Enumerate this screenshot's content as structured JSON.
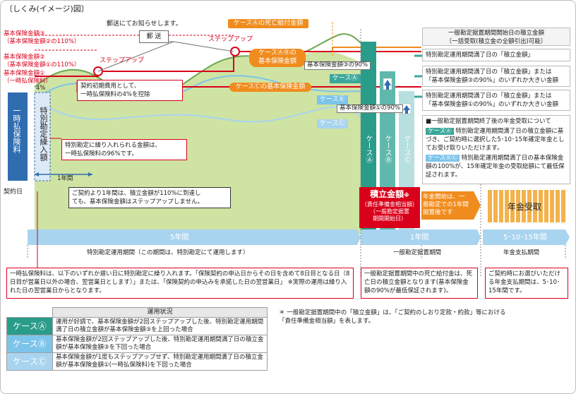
{
  "title": "〔しくみ(イメージ)図〕",
  "mail": {
    "caption": "郵送にてお知らせします。",
    "label": "郵 送"
  },
  "left_labels": {
    "l3": "基本保険金額③",
    "l3b": "（基本保険金額②の110%）",
    "l2": "基本保険金額②",
    "l2b": "（基本保険金額①の110%）",
    "l1": "基本保険金額①",
    "l1b": "（一時払保険料）"
  },
  "step_up_1": "ステップアップ",
  "step_up_2": "ステップアップ",
  "death_benefit_a": "ケースⒶの死亡給付金額",
  "basic_c": "ケースⒸの基本保険金額",
  "basic_ab": "ケースⒶⒷの\n基本保険金額",
  "basic3_90": "基本保険金額③の90%",
  "basic1_90": "基本保険金額①の90%",
  "case_a": "ケースⒶ",
  "case_b": "ケースⒷ",
  "case_c": "ケースⒸ",
  "pct4": "4%",
  "one_time_premium": "一時払保険料",
  "special_transfer": "特別勘定繰入額",
  "contract_day": "契約日",
  "initial_fee": "契約初期費用として、\n一時払保険料の4%を控除",
  "transfer_note": "特別勘定に繰り入れられる金額は、\n一時払保険料の96%です。",
  "one_year": "1年間",
  "first_year_note": "ご契約より1年間は、積立金額が110%に到達し\nても、基本保険金額はステップアップしません。",
  "accum": {
    "title": "積立金額",
    "sub": "（責任準備金相当額）",
    "star": "※",
    "sub2": "（一般勘定据置\n期間開始日）"
  },
  "annuity_start": "年金開始は、一\n般勘定での1年間\n据置後です",
  "annuity_receive": "年金受取",
  "period_5y": "5年間",
  "period_1y": "1年間",
  "period_pay": "5･10･15年間",
  "period_special": "特別勘定運用期間（この期間は、特別勘定にて運用します）",
  "period_general": "一般勘定据置期間",
  "period_paylabel": "年金支払期間",
  "right": {
    "head": "一般勘定据置期間開始日の積立金額\n〔一括受取(積立金の全額引出)可能〕",
    "a": "特別勘定運用期間満了日の「積立金額」",
    "b": "特別勘定運用期間満了日の「積立金額」または\n「基本保険金額③の90%」のいずれか大きい金額",
    "c": "特別勘定運用期間満了日の「積立金額」または\n「基本保険金額①の90%」のいずれか大きい金額",
    "pay_head": "■一般勘定据置期間終了後の年金受取について",
    "pay_a": "特別勘定運用期間満了日の積立金額に基づき、ご契約時に選択した5･10･15年確定年金としてお受け取りいただけます。",
    "pay_bc": "特別勘定運用期間満了日の基本保険金額の100%が、15年確定年金の受取総額にて最低保証されます。"
  },
  "bottom": {
    "premium_note": "一時払保険料は、以下のいずれか遅い日に特別勘定に繰り入れます。「保険契約の申込日からその日を含めて8日目となる日（8日目が営業日以外の場合、翌営業日とします）」または、「保険契約の申込みを承諾した日の翌営業日」 ※実際の運用は繰り入れた日の翌営業日からとなります。",
    "general_note": "一般勘定据置期間中の死亡給付金は、死亡日の積立金額となります(基本保険金額の90%が最低保証されます)。",
    "pay_note": "ご契約時にお選びいただける年金支払期間は、5･10･15年間です。",
    "footnote": "＊ 一般勘定据置期間中の「積立金額」は、「ご契約のしおり定款・約款」等における\n「責任準備金相当額」を表します。"
  },
  "table": {
    "header": "運用状況",
    "rows": [
      {
        "case": "ケースⒶ",
        "text": "運用が好調で、基本保険金額が2回ステップアップした後、特別勘定運用期間満了日の積立金額が基本保険金額③を上回った場合"
      },
      {
        "case": "ケースⒷ",
        "text": "基本保険金額が2回ステップアップした後、特別勘定運用期間満了日の積立金額が基本保険金額③を下回った場合"
      },
      {
        "case": "ケースⒸ",
        "text": "基本保険金額が1度もステップアップせず、特別勘定運用期間満了日の積立金額が基本保険金額①(一時払保険料)を下回った場合"
      }
    ]
  },
  "colors": {
    "teal": "#3aa79a",
    "red": "#d9001b",
    "orange": "#f08c1e",
    "green_area": "#cfe3a3",
    "blue_bar": "#2f6db0",
    "light_blue": "#a9d4f0"
  }
}
